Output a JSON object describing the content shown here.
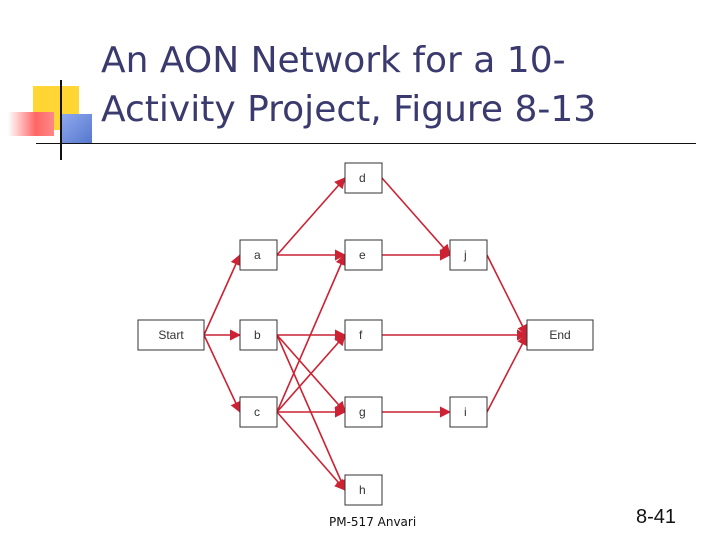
{
  "slide": {
    "title_line1": "An AON Network for a 10-",
    "title_line2": "Activity Project, Figure 8-13",
    "footer_course": "PM-517   Anvari",
    "page_number": "8-41"
  },
  "diagram": {
    "nodes": [
      {
        "id": "start",
        "label": "Start"
      },
      {
        "id": "a",
        "label": "a"
      },
      {
        "id": "b",
        "label": "b"
      },
      {
        "id": "c",
        "label": "c"
      },
      {
        "id": "d",
        "label": "d"
      },
      {
        "id": "e",
        "label": "e"
      },
      {
        "id": "f",
        "label": "f"
      },
      {
        "id": "g",
        "label": "g"
      },
      {
        "id": "h",
        "label": "h"
      },
      {
        "id": "j",
        "label": "j"
      },
      {
        "id": "i",
        "label": "i"
      },
      {
        "id": "end",
        "label": "End"
      }
    ],
    "edges": [
      [
        "start",
        "a"
      ],
      [
        "start",
        "b"
      ],
      [
        "start",
        "c"
      ],
      [
        "a",
        "d"
      ],
      [
        "a",
        "e"
      ],
      [
        "b",
        "f"
      ],
      [
        "b",
        "g"
      ],
      [
        "b",
        "h"
      ],
      [
        "c",
        "e"
      ],
      [
        "c",
        "f"
      ],
      [
        "c",
        "g"
      ],
      [
        "c",
        "h"
      ],
      [
        "d",
        "j"
      ],
      [
        "e",
        "j"
      ],
      [
        "g",
        "i"
      ],
      [
        "j",
        "end"
      ],
      [
        "f",
        "end"
      ],
      [
        "i",
        "end"
      ]
    ],
    "edge_color": "#cc2233",
    "node_border_color": "#333333"
  },
  "colors": {
    "title": "#3a3a6e",
    "accent_yellow": "#ffd633",
    "accent_red": "#ff6666",
    "accent_blue": "#5577cc"
  }
}
